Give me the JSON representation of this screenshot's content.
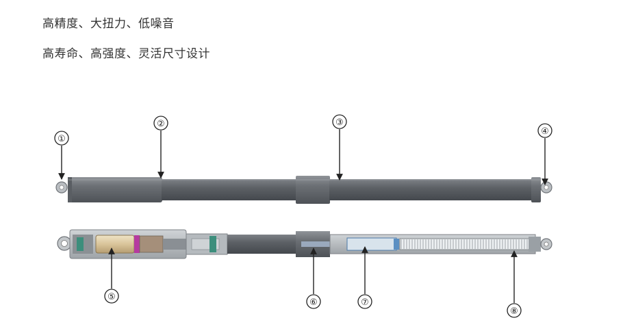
{
  "features": [
    "高精度、大扭力、低噪音",
    "高寿命、高强度、灵活尺寸设计"
  ],
  "callouts": [
    "①",
    "②",
    "③",
    "④",
    "⑤",
    "⑥",
    "⑦",
    "⑧"
  ]
}
